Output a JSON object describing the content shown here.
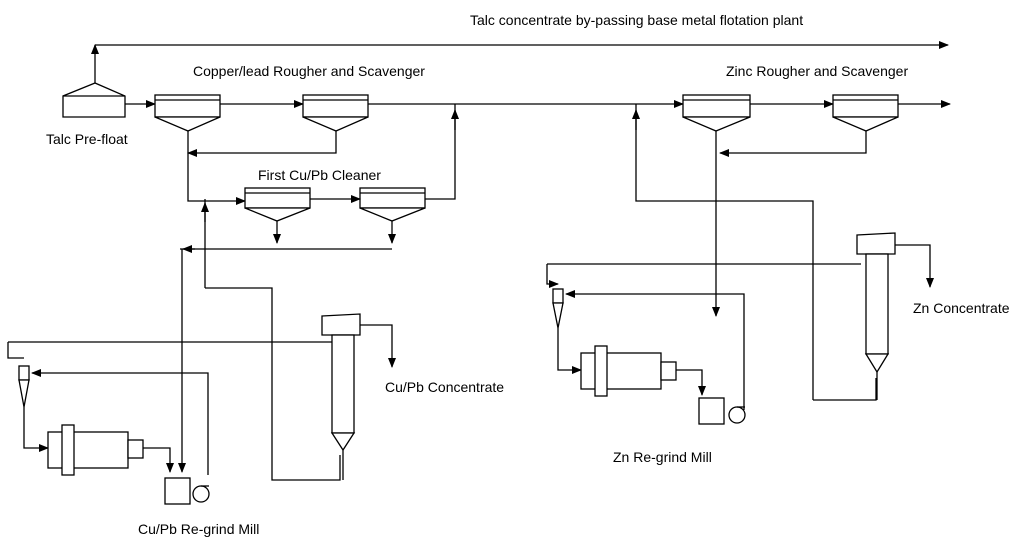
{
  "labels": {
    "bypass": "Talc concentrate by-passing base metal flotation plant",
    "cu_pb_rougher": "Copper/lead Rougher and Scavenger",
    "zinc_rougher": "Zinc Rougher and Scavenger",
    "talc_prefloat": "Talc Pre-float",
    "first_cleaner": "First Cu/Pb Cleaner",
    "cu_pb_concentrate": "Cu/Pb Concentrate",
    "zn_concentrate": "Zn Concentrate",
    "cu_pb_mill": "Cu/Pb Re-grind Mill",
    "zn_mill": "Zn Re-grind Mill"
  }
}
